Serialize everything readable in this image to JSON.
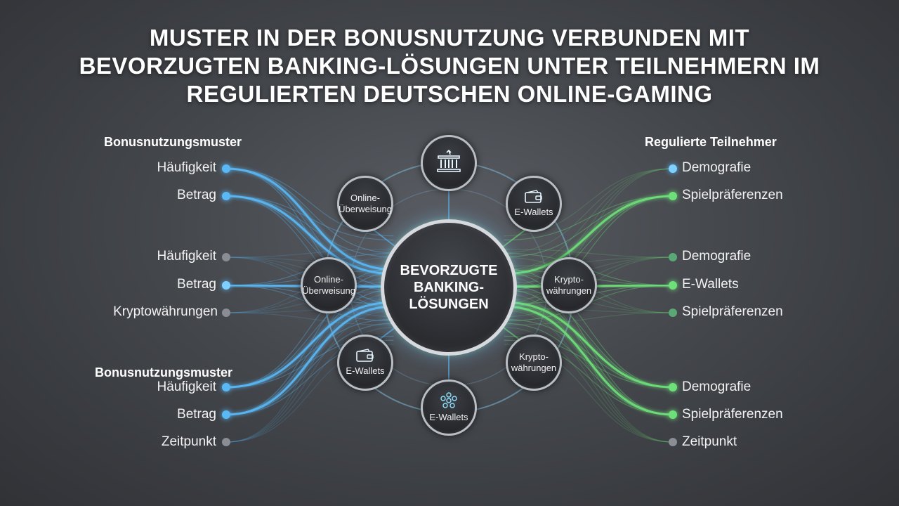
{
  "title": "MUSTER IN DER BONUSNUTZUNG VERBUNDEN MIT BEVORZUGTEN BANKING-LÖSUNGEN UNTER TEILNEHMERN IM REGULIERTEN DEUTSCHEN ONLINE-GAMING",
  "center": {
    "label": "BEVORZUGTE\nBANKING-\nLÖSUNGEN"
  },
  "left": {
    "group1_title": "Bonusnutzungsmuster",
    "group1": [
      "Häufigkeit",
      "Betrag"
    ],
    "group2": [
      "Häufigkeit",
      "Betrag",
      "Kryptowährungen"
    ],
    "group3_title": "Bonusnutzungsmuster",
    "group3": [
      "Häufigkeit",
      "Betrag",
      "Zeitpunkt"
    ]
  },
  "right": {
    "group1_title": "Regulierte Teilnehmer",
    "group1": [
      "Demografie",
      "Spielpräferenzen"
    ],
    "group2": [
      "Demografie",
      "E-Wallets",
      "Spielpräferenzen"
    ],
    "group3": [
      "Demografie",
      "Spielpräferenzen",
      "Zeitpunkt"
    ]
  },
  "nodes": {
    "top": {
      "label": "",
      "icon": "bank-icon"
    },
    "top_left": {
      "label": "Online-\nÜberweisung",
      "icon": ""
    },
    "top_right": {
      "label": "E-Wallets",
      "icon": "wallet-icon"
    },
    "left": {
      "label": "Online-\nÜberweisung",
      "icon": ""
    },
    "right": {
      "label": "Krypto-\nwährungen",
      "icon": ""
    },
    "bottom_left": {
      "label": "E-Wallets",
      "icon": "wallet-icon"
    },
    "bottom_right": {
      "label": "Krypto-\nwährungen",
      "icon": ""
    },
    "bottom": {
      "label": "E-Wallets",
      "icon": "network-icon"
    }
  },
  "colors": {
    "blue": "#5ab8f5",
    "green": "#6ee07a",
    "gray": "#8a8e94"
  }
}
